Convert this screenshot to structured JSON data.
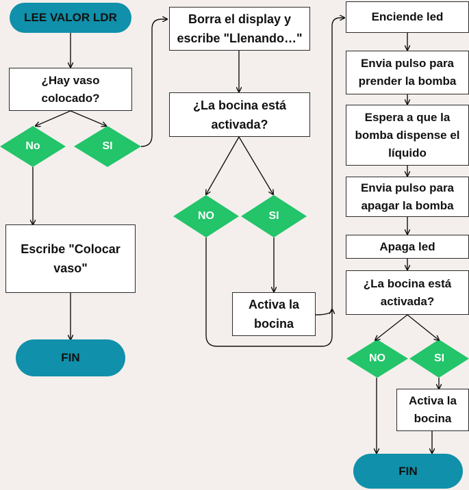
{
  "colors": {
    "background": "#f4efec",
    "terminal": "#1090aa",
    "decision": "#23c46a",
    "box_border": "#2a2a2a"
  },
  "nodes": {
    "start": "LEE VALOR LDR",
    "q_vaso": "¿Hay vaso colocado?",
    "no_1": "No",
    "si_1": "SI",
    "colocar": "Escribe \"Colocar vaso\"",
    "fin_1": "FIN",
    "borra": "Borra el display y escribe \"Llenando…\"",
    "q_bocina_1": "¿La bocina está activada?",
    "no_2": "NO",
    "si_2": "SI",
    "activa_1": "Activa la bocina",
    "enciende": "Enciende led",
    "envia_on": "Envia pulso para prender la bomba",
    "espera": "Espera a que la bomba dispense el líquido",
    "envia_off": "Envia pulso para apagar la bomba",
    "apaga": "Apaga led",
    "q_bocina_2": "¿La bocina está activada?",
    "no_3": "NO",
    "si_3": "SI",
    "activa_2": "Activa la bocina",
    "fin_2": "FIN"
  }
}
